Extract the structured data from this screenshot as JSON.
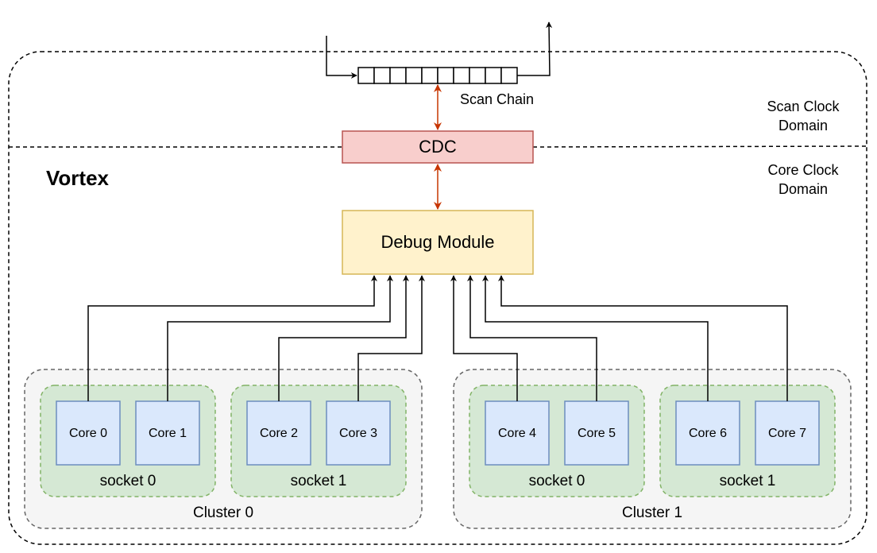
{
  "title": "Vortex",
  "scan_chain": {
    "label": "Scan Chain",
    "cell_count": 10
  },
  "domains": {
    "scan": "Scan Clock\nDomain",
    "core": "Core Clock\nDomain"
  },
  "cdc": {
    "label": "CDC"
  },
  "debug_module": {
    "label": "Debug Module"
  },
  "clusters": [
    {
      "label": "Cluster 0",
      "sockets": [
        {
          "label": "socket 0",
          "cores": [
            "Core 0",
            "Core 1"
          ]
        },
        {
          "label": "socket 1",
          "cores": [
            "Core 2",
            "Core 3"
          ]
        }
      ]
    },
    {
      "label": "Cluster 1",
      "sockets": [
        {
          "label": "socket 0",
          "cores": [
            "Core 4",
            "Core 5"
          ]
        },
        {
          "label": "socket 1",
          "cores": [
            "Core 6",
            "Core 7"
          ]
        }
      ]
    }
  ],
  "colors": {
    "cdc_fill": "#f8cecc",
    "cdc_stroke": "#b85450",
    "debug_fill": "#fff2cc",
    "debug_stroke": "#d6b656",
    "core_fill": "#dae8fc",
    "core_stroke": "#6c8ebf",
    "socket_fill": "#d5e8d4",
    "socket_stroke": "#82b366",
    "cluster_fill": "#f5f5f5",
    "cluster_stroke": "#666666",
    "bidir_arrow": "#c73500"
  }
}
